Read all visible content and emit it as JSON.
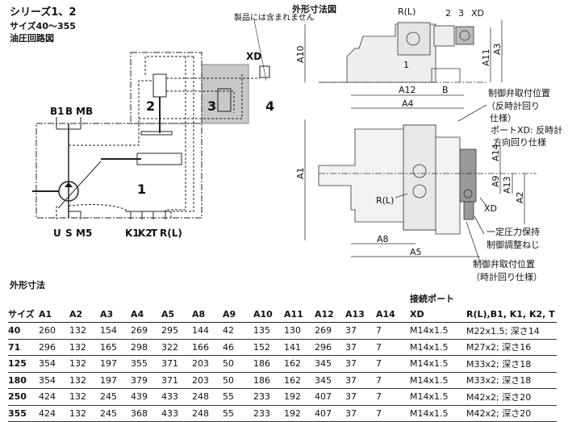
{
  "header": {
    "series": "シリーズ1、2",
    "sizes": "サイズ40～355",
    "circuit": "油圧回路図",
    "outline": "外形寸法図",
    "table_title": "外形寸法"
  },
  "circuit": {
    "note": "製品には含まれません",
    "xd": "XD",
    "b1": "B1",
    "b": "B",
    "mb": "MB",
    "u": "U",
    "s": "S",
    "m5": "M5",
    "k1": "K1",
    "k2": "K2",
    "t": "T",
    "rl": "R(L)",
    "n1": "1",
    "n2": "2",
    "n3": "3",
    "n4": "4"
  },
  "outline": {
    "rl_top": "R(L)",
    "n1": "1",
    "n2": "2",
    "n3": "3",
    "xd_top": "XD",
    "a10": "A10",
    "a11": "A11",
    "a3": "A3",
    "a12": "A12",
    "b": "B",
    "a4": "A4",
    "a1": "A1",
    "rl": "R(L)",
    "xd": "XD",
    "a14": "A14",
    "a9": "A9",
    "a13": "A13",
    "a2": "A2",
    "a8": "A8",
    "a5": "A5",
    "note_ccw_1": "制御弁取付位置",
    "note_ccw_2": "（反時計回り",
    "note_ccw_3": "仕様）",
    "note_port_1": "ポートXD: 反時計",
    "note_port_2": "方向回り仕様",
    "note_adj_1": "一定圧力保持",
    "note_adj_2": "制御調整ねじ",
    "note_cw_1": "制御弁取付位置",
    "note_cw_2": "（時計回り仕様）"
  },
  "table": {
    "port_group": "接続ポート",
    "headers": [
      "サイズ",
      "A1",
      "A2",
      "A3",
      "A4",
      "A5",
      "A8",
      "A9",
      "A10",
      "A11",
      "A12",
      "A13",
      "A14",
      "XD",
      "R(L),B1, K1, K2, T"
    ],
    "rows": [
      [
        "40",
        "260",
        "132",
        "154",
        "269",
        "295",
        "144",
        "42",
        "135",
        "130",
        "269",
        "37",
        "7",
        "M14x1.5",
        "M22x1.5; 深さ14"
      ],
      [
        "71",
        "296",
        "132",
        "165",
        "298",
        "322",
        "166",
        "46",
        "152",
        "141",
        "296",
        "37",
        "7",
        "M14x1.5",
        "M27x2; 深さ16"
      ],
      [
        "125",
        "354",
        "132",
        "197",
        "355",
        "371",
        "203",
        "50",
        "186",
        "162",
        "345",
        "37",
        "7",
        "M14x1.5",
        "M33x2; 深さ18"
      ],
      [
        "180",
        "354",
        "132",
        "197",
        "379",
        "371",
        "203",
        "50",
        "186",
        "162",
        "345",
        "37",
        "7",
        "M14x1.5",
        "M33x2; 深さ18"
      ],
      [
        "250",
        "424",
        "132",
        "245",
        "439",
        "433",
        "248",
        "55",
        "233",
        "192",
        "407",
        "37",
        "7",
        "M14x1.5",
        "M42x2; 深さ20"
      ],
      [
        "355",
        "424",
        "132",
        "245",
        "368",
        "433",
        "248",
        "55",
        "233",
        "192",
        "407",
        "37",
        "7",
        "M14x1.5",
        "M42x2; 深さ20"
      ]
    ]
  }
}
